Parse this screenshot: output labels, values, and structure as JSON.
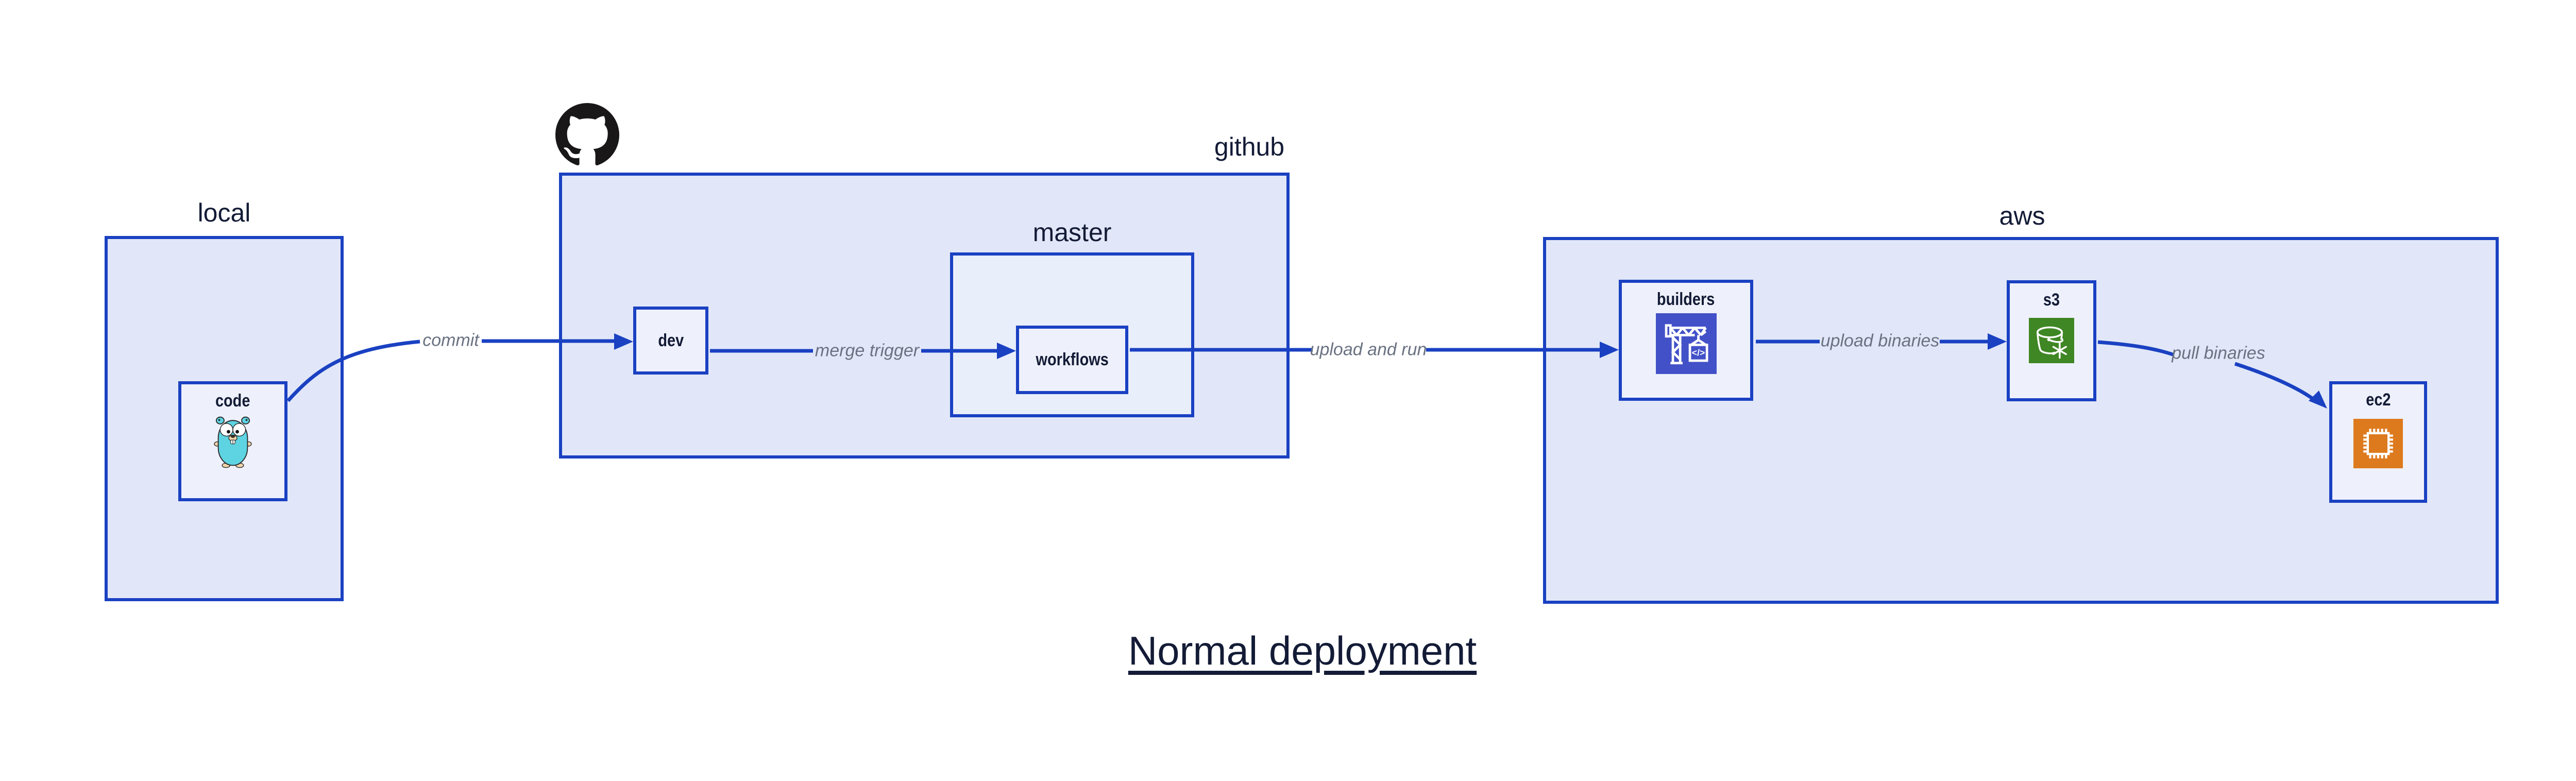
{
  "title": "Normal deployment",
  "regions": {
    "local": {
      "label": "local"
    },
    "github": {
      "label": "github"
    },
    "master": {
      "label": "master"
    },
    "aws": {
      "label": "aws"
    }
  },
  "nodes": {
    "code": {
      "label": "code",
      "icon": "go-gopher-icon"
    },
    "dev": {
      "label": "dev"
    },
    "workflows": {
      "label": "workflows"
    },
    "builders": {
      "label": "builders",
      "icon": "codebuild-crane-icon"
    },
    "s3": {
      "label": "s3",
      "icon": "s3-bucket-snowflake-icon"
    },
    "ec2": {
      "label": "ec2",
      "icon": "ec2-chip-icon"
    }
  },
  "edges": {
    "commit": {
      "label": "commit"
    },
    "merge_trigger": {
      "label": "merge trigger"
    },
    "upload_and_run": {
      "label": "upload and run"
    },
    "upload_binaries": {
      "label": "upload binaries"
    },
    "pull_binaries": {
      "label": "pull binaries"
    }
  },
  "icons": {
    "github_logo": "github-octocat-icon"
  },
  "colors": {
    "background": "#ffffff",
    "border_blue": "#1a41c2",
    "region_fill": "#e1e7f8",
    "inner_region_fill": "#e9eefb",
    "leaf_box_fill": "#eef1fb",
    "label_navy": "#131b36",
    "edge_label_gray": "#6a7282",
    "github_logo_black": "#191717",
    "codebuild_indigo": "#4351c8",
    "s3_green": "#3f8624",
    "ec2_orange": "#dd7a1e",
    "gopher_teal": "#5ed4e2",
    "gopher_tan": "#f2d3a8"
  }
}
